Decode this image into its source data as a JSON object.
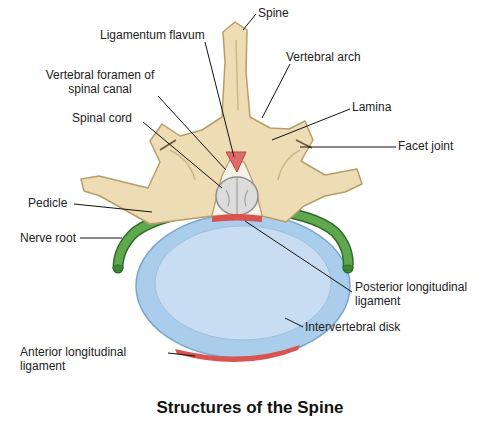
{
  "diagram": {
    "caption": "Structures of the Spine",
    "labels": [
      "Spine",
      "Ligamentum flavum",
      "Vertebral arch",
      "Vertebral foramen of spinal canal",
      "Lamina",
      "Spinal cord",
      "Facet joint",
      "Pedicle",
      "Nerve root",
      "Posterior longitudinal ligament",
      "Intervertebral disk",
      "Anterior longitudinal ligament"
    ]
  }
}
